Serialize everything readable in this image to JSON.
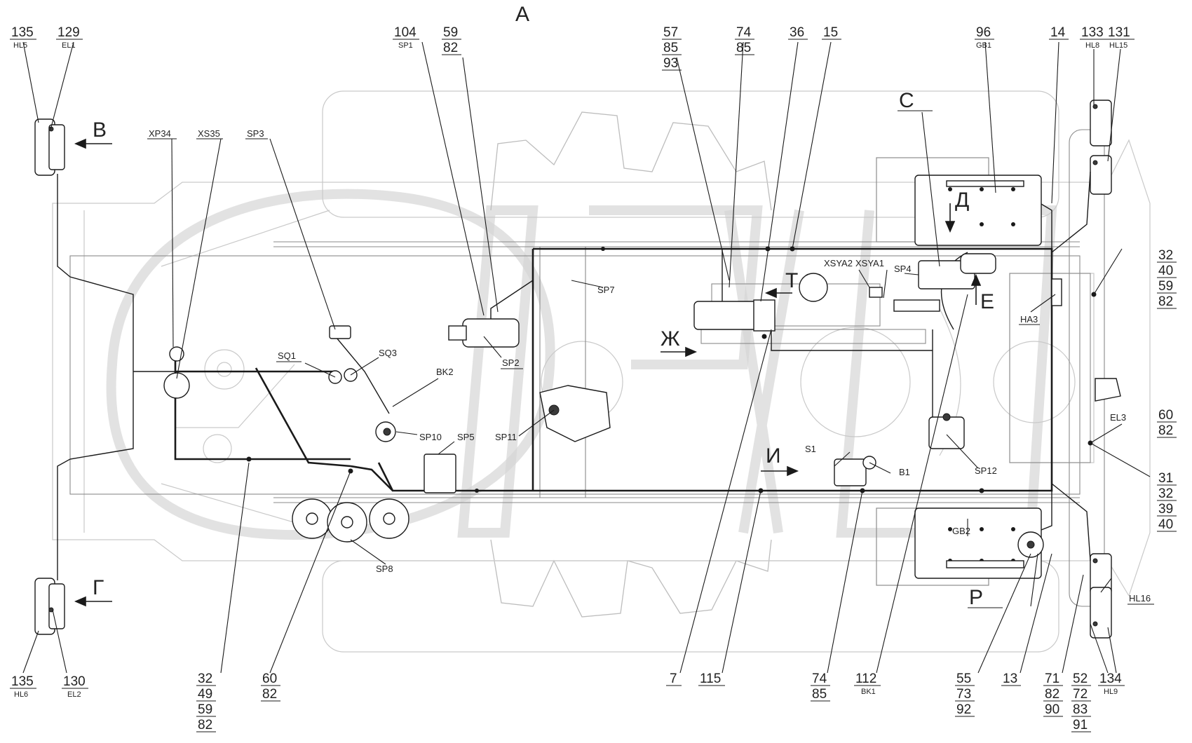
{
  "view_letters": [
    {
      "id": "A",
      "text": "А"
    },
    {
      "id": "B",
      "text": "В"
    },
    {
      "id": "G",
      "text": "Г"
    },
    {
      "id": "C",
      "text": "С"
    },
    {
      "id": "P",
      "text": "Р"
    },
    {
      "id": "D",
      "text": "Д"
    },
    {
      "id": "E",
      "text": "Е"
    },
    {
      "id": "T",
      "text": "Т"
    },
    {
      "id": "ZH",
      "text": "Ж"
    },
    {
      "id": "I",
      "text": "И"
    }
  ],
  "callouts": {
    "tl_hl5": {
      "nums": [
        "135"
      ],
      "code": "HL5"
    },
    "tl_el1": {
      "nums": [
        "129"
      ],
      "code": "EL1"
    },
    "bl_hl6": {
      "nums": [
        "135"
      ],
      "code": "HL6"
    },
    "bl_el2": {
      "nums": [
        "130"
      ],
      "code": "EL2"
    },
    "sp1": {
      "nums": [
        "104"
      ],
      "code": "SP1"
    },
    "n59_82_top": {
      "nums": [
        "59",
        "82"
      ],
      "code": ""
    },
    "n57_85_93": {
      "nums": [
        "57",
        "85",
        "93"
      ],
      "code": ""
    },
    "n74_85_top": {
      "nums": [
        "74",
        "85"
      ],
      "code": ""
    },
    "n36": {
      "nums": [
        "36"
      ],
      "code": ""
    },
    "n15": {
      "nums": [
        "15"
      ],
      "code": ""
    },
    "gb1": {
      "nums": [
        "96"
      ],
      "code": "GB1"
    },
    "n14": {
      "nums": [
        "14"
      ],
      "code": ""
    },
    "hl8": {
      "nums": [
        "133"
      ],
      "code": "HL8"
    },
    "hl15": {
      "nums": [
        "131"
      ],
      "code": "HL15"
    },
    "r_32_40_59_82": {
      "nums": [
        "32",
        "40",
        "59",
        "82"
      ],
      "code": ""
    },
    "r_60_82": {
      "nums": [
        "60",
        "82"
      ],
      "code": ""
    },
    "r_31_32_39_40": {
      "nums": [
        "31",
        "32",
        "39",
        "40"
      ],
      "code": ""
    },
    "b_32_49_59_82": {
      "nums": [
        "32",
        "49",
        "59",
        "82"
      ],
      "code": ""
    },
    "b_60_82": {
      "nums": [
        "60",
        "82"
      ],
      "code": ""
    },
    "b_7": {
      "nums": [
        "7"
      ],
      "code": ""
    },
    "b_115": {
      "nums": [
        "115"
      ],
      "code": ""
    },
    "b_74_85": {
      "nums": [
        "74",
        "85"
      ],
      "code": ""
    },
    "b_112": {
      "nums": [
        "112"
      ],
      "code": "BK1"
    },
    "b_55_73_92": {
      "nums": [
        "55",
        "73",
        "92"
      ],
      "code": ""
    },
    "b_13": {
      "nums": [
        "13"
      ],
      "code": ""
    },
    "b_71_82_90": {
      "nums": [
        "71",
        "82",
        "90"
      ],
      "code": ""
    },
    "b_52_72_83_91": {
      "nums": [
        "52",
        "72",
        "83",
        "91"
      ],
      "code": ""
    },
    "hl9": {
      "nums": [
        "134"
      ],
      "code": "HL9"
    }
  },
  "component_labels": {
    "xp34": "XP34",
    "xs35": "XS35",
    "sp3": "SP3",
    "sq1": "SQ1",
    "sq3": "SQ3",
    "bk2": "BK2",
    "sp10": "SP10",
    "sp5": "SP5",
    "sp11": "SP11",
    "sp2": "SP2",
    "sp7": "SP7",
    "sp8": "SP8",
    "xsya2": "XSYA2",
    "xsya1": "XSYA1",
    "sp4": "SP4",
    "ha3": "HA3",
    "el3": "EL3",
    "s1": "S1",
    "b1": "B1",
    "sp12": "SP12",
    "gb2": "GB2",
    "hl16": "HL16"
  },
  "colors": {
    "wire": "#1a1a1a",
    "ghost": "#c9c9c9",
    "watermark": "#d6d6d6"
  }
}
